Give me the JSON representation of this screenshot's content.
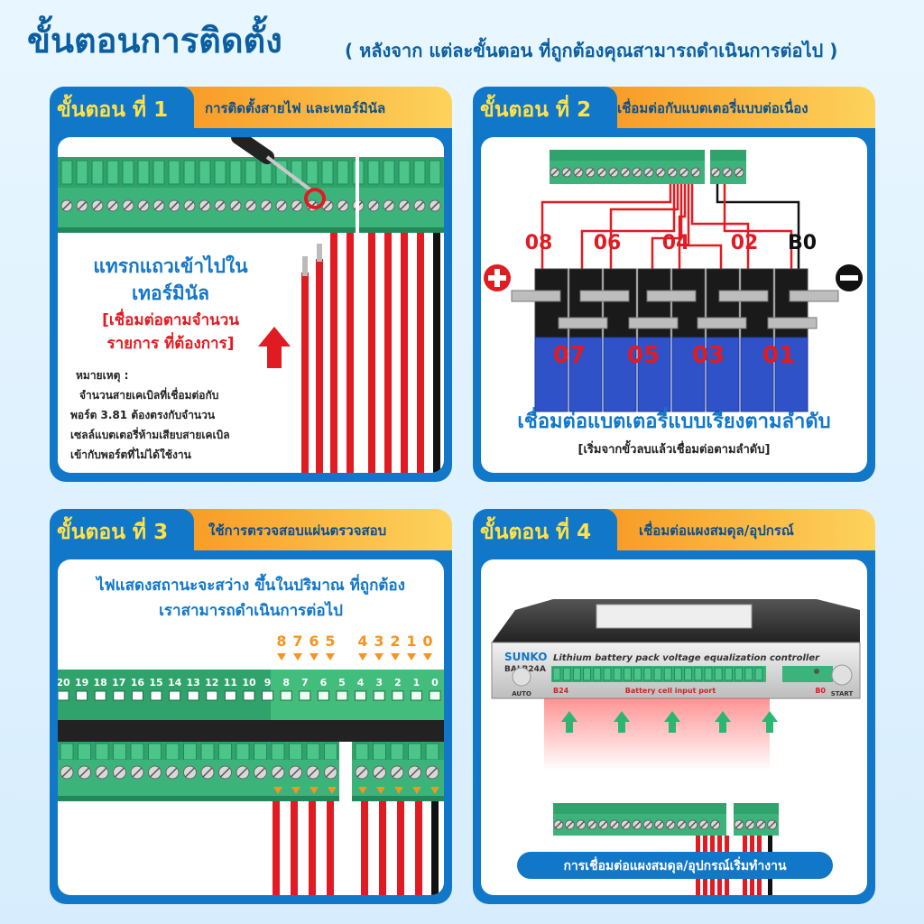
{
  "header": {
    "title": "ขั้นตอนการติดตั้ง",
    "subtitle": "( หลังจาก แต่ละขั้นตอน ที่ถูกต้องคุณสามารถดำเนินการต่อไป )"
  },
  "step1": {
    "label": "ขั้นตอน ที่ 1",
    "desc": "การติดตั้งสายไฟ และเทอร์มินัล",
    "instr_line1": "แทรกแถวเข้าไปใน",
    "instr_line2": "เทอร์มินัล",
    "instr_red1": "[เชื่อมต่อตามจำนวน",
    "instr_red2": "รายการ ที่ต้องการ]",
    "note_title": "หมายเหตุ :",
    "note_lines": [
      "จำนวนสายเคเบิลที่เชื่อมต่อกับ",
      "พอร์ต 3.81 ต้องตรงกับจำนวน",
      "เซลล์แบตเตอรี่ห้ามเสียบสายเคเบิล",
      "เข้ากับพอร์ตที่ไม่ได้ใช้งาน"
    ]
  },
  "step2": {
    "label": "ขั้นตอน ที่ 2",
    "desc": "เชื่อมต่อกับแบตเตอรี่แบบต่อเนื่อง",
    "top_labels": [
      "08",
      "06",
      "04",
      "02",
      "B0"
    ],
    "bottom_labels": [
      "07",
      "05",
      "03",
      "01"
    ],
    "caption": "เชื่อมต่อแบตเตอรี่แบบเรียงตามลำดับ",
    "caption_sub": "[เริ่มจากขั้วลบแล้วเชื่อมต่อตามลำดับ]"
  },
  "step3": {
    "label": "ขั้นตอน ที่ 3",
    "desc": "ใช้การตรวจสอบแผ่นตรวจสอบ",
    "text1": "ไฟแสดงสถานะจะสว่าง ขึ้นในปริมาณ ที่ถูกต้อง",
    "text2": "เราสามารถดำเนินการต่อไป",
    "top_numbers": [
      "8",
      "7",
      "6",
      "5",
      "4",
      "3",
      "2",
      "1",
      "0"
    ],
    "board_numbers": [
      "20",
      "19",
      "18",
      "17",
      "16",
      "15",
      "14",
      "13",
      "12",
      "11",
      "10",
      "9",
      "8",
      "7",
      "6",
      "5",
      "4",
      "3",
      "2",
      "1",
      "0"
    ]
  },
  "step4": {
    "label": "ขั้นตอน ที่ 4",
    "desc": "เชื่อมต่อแผงสมดุล/อุปกรณ์",
    "brand": "SUNKO",
    "model": "BALB24A",
    "device_title": "Lithium battery pack voltage equalization controller",
    "port_left": "B24",
    "port_label": "Battery cell input port",
    "port_right": "B0",
    "auto_label": "AUTO",
    "start_label": "START",
    "caption": "การเชื่อมต่อแผงสมดุล/อุปกรณ์เริ่มทำงาน"
  },
  "colors": {
    "blue": "#1177c9",
    "yellow": "#ffe14a",
    "orange": "#f7931e",
    "red": "#e11b22",
    "green": "#2bb673",
    "terminal": "#3bb37a"
  }
}
